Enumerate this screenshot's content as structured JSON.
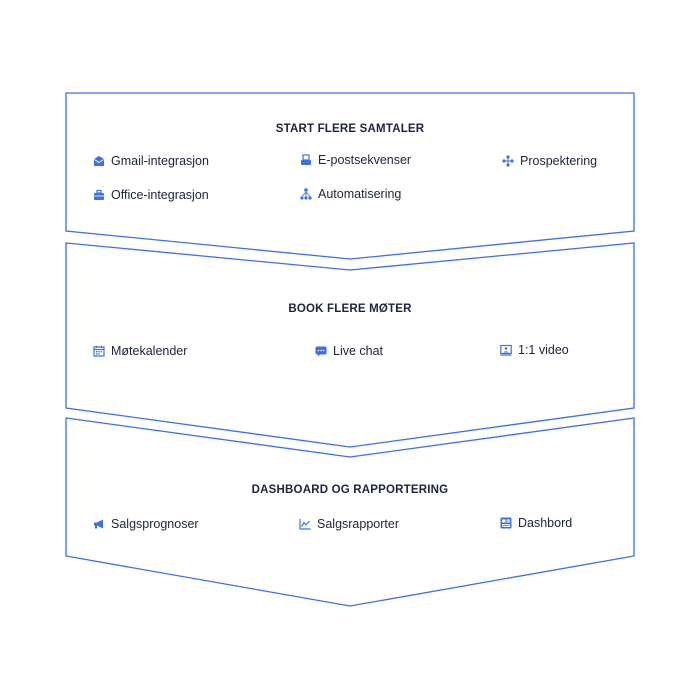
{
  "accent_color": "#3d6fe6",
  "text_color": "#1b2340",
  "sections": [
    {
      "title": "START FLERE SAMTALER",
      "items": [
        {
          "label": "Gmail-integrasjon",
          "icon": "envelope-icon"
        },
        {
          "label": "E-postsekvenser",
          "icon": "mail-tray-icon"
        },
        {
          "label": "Prospektering",
          "icon": "network-icon"
        },
        {
          "label": "Office-integrasjon",
          "icon": "briefcase-icon"
        },
        {
          "label": "Automatisering",
          "icon": "automation-icon"
        }
      ]
    },
    {
      "title": "BOOK FLERE MØTER",
      "items": [
        {
          "label": "Møtekalender",
          "icon": "calendar-icon"
        },
        {
          "label": "Live chat",
          "icon": "chat-icon"
        },
        {
          "label": "1:1 video",
          "icon": "video-icon"
        }
      ]
    },
    {
      "title": "DASHBOARD OG RAPPORTERING",
      "items": [
        {
          "label": "Salgsprognoser",
          "icon": "megaphone-icon"
        },
        {
          "label": "Salgsrapporter",
          "icon": "line-chart-icon"
        },
        {
          "label": "Dashbord",
          "icon": "dashboard-icon"
        }
      ]
    }
  ]
}
